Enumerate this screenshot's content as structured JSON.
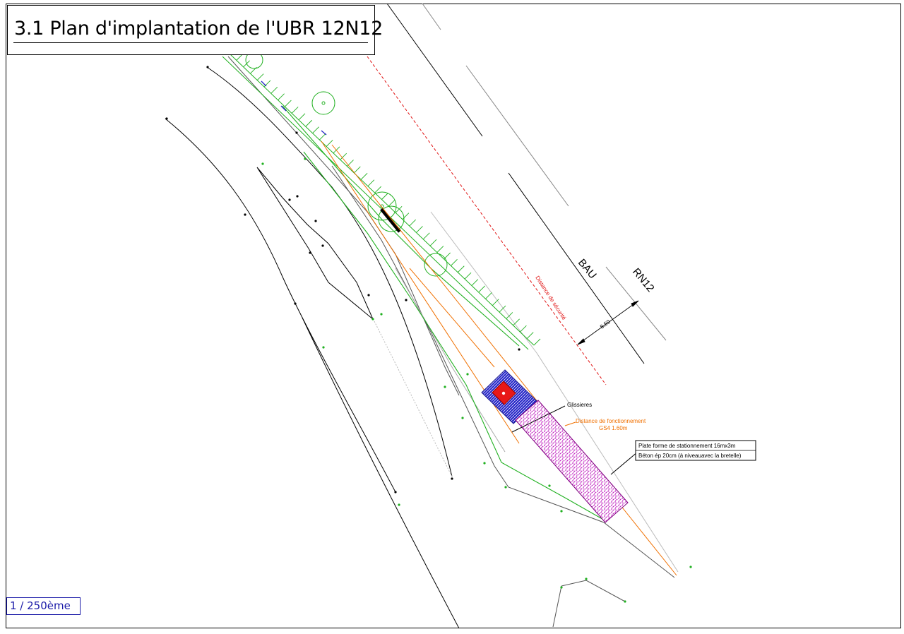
{
  "title": "3.1 Plan d'implantation de l'UBR 12N12",
  "scale": "1 / 250ème",
  "labels": {
    "bau": "BAU",
    "road": "RN12",
    "distance_securite": "Distance de sécurité",
    "dimension": "8.50",
    "glissieres": "Glissieres",
    "distance_fonctionnement": "Distance de fonctionnement",
    "gs4": "GS4 1.60m",
    "plateforme_line1": "Plate forme de stationnement 16mx3m",
    "plateforme_line2": "Béton ép 20cm (à niveauavec la bretelle)"
  },
  "colors": {
    "safety": "#e01010",
    "operating": "#f07000",
    "vegetation": "#20b020",
    "base_blue": "#2828c8",
    "unit_red": "#e81818",
    "platform": "#c020c0",
    "scale_blue": "#1a1aa8"
  }
}
